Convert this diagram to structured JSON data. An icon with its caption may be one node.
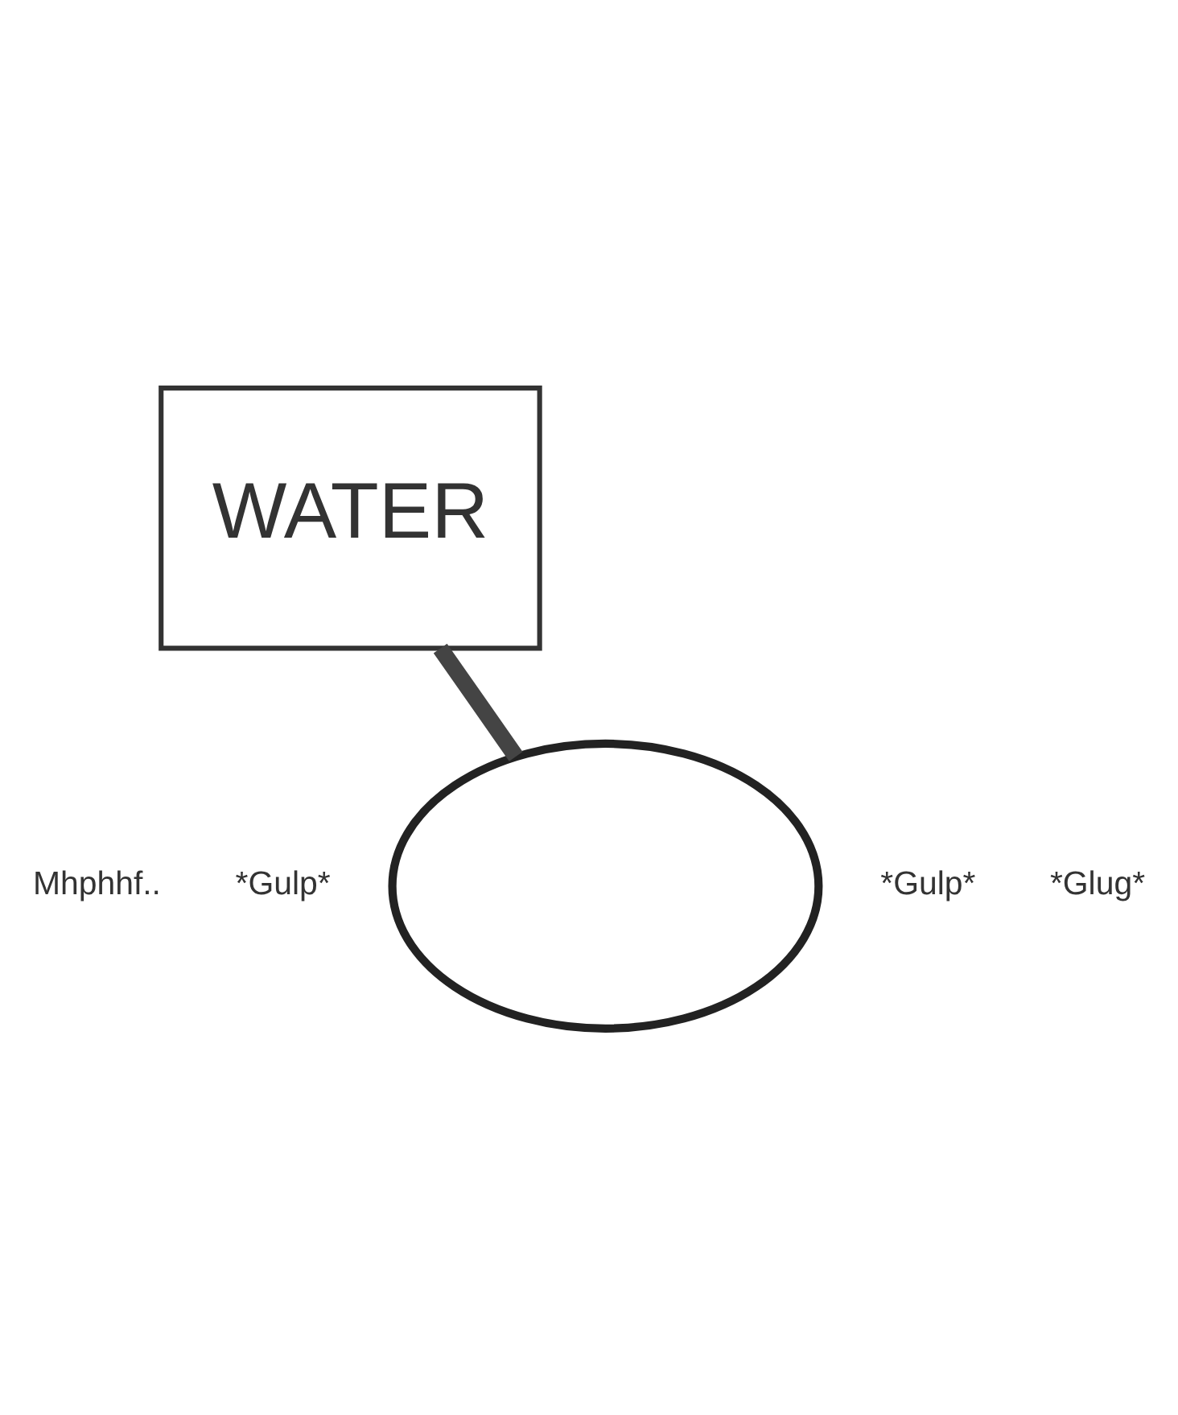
{
  "diagram": {
    "nodes": [
      {
        "text": [
          "WATER"
        ]
      },
      {
        "text": [],
        "shape": "cloud"
      }
    ],
    "edges": [
      {
        "from": 0,
        "to": 1,
        "arrow": "none"
      }
    ],
    "labels": [
      "Mhphhf..",
      "*Gulp*",
      "*Gulp*",
      "*Glug*"
    ]
  }
}
